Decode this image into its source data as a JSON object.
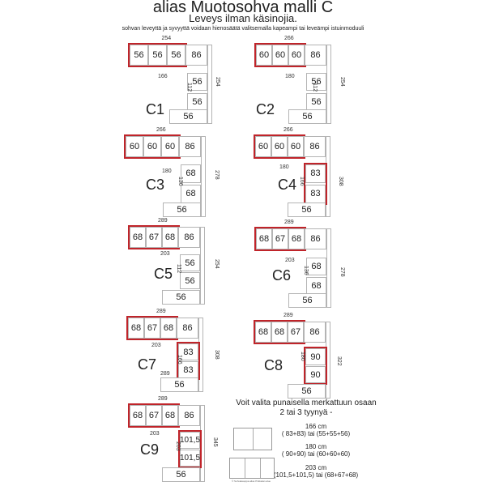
{
  "header": {
    "title": "alias Muotosohva malli C",
    "subtitle": "Leveys ilman käsinojia.",
    "note": "sohvan leveyttä ja syvyyttä voidaan hienosäätä valitsemalla kapeampi tai leveämpi istuinmoduuli"
  },
  "models": [
    {
      "code": "C1",
      "width": "254",
      "top_seats": [
        "56",
        "56",
        "56"
      ],
      "corner": "86",
      "inner": "166",
      "depth": "112",
      "right": "254",
      "side": [
        "56",
        "56"
      ],
      "end": "56"
    },
    {
      "code": "C2",
      "width": "266",
      "top_seats": [
        "60",
        "60",
        "60"
      ],
      "corner": "86",
      "inner": "180",
      "depth": "112",
      "right": "254",
      "side": [
        "56",
        "56"
      ],
      "end": "56"
    },
    {
      "code": "C3",
      "width": "266",
      "top_seats": [
        "60",
        "60",
        "60"
      ],
      "corner": "86",
      "inner": "180",
      "depth": "136",
      "right": "278",
      "side": [
        "68",
        "68"
      ],
      "end": "56"
    },
    {
      "code": "C4",
      "width": "266",
      "top_seats": [
        "60",
        "60",
        "60"
      ],
      "corner": "86",
      "inner": "180",
      "depth": "166",
      "right": "308",
      "side": [
        "83",
        "83"
      ],
      "end": "56"
    },
    {
      "code": "C5",
      "width": "289",
      "top_seats": [
        "68",
        "67",
        "68"
      ],
      "corner": "86",
      "inner": "203",
      "depth": "112",
      "right": "254",
      "side": [
        "56",
        "56"
      ],
      "end": "56"
    },
    {
      "code": "C6",
      "width": "289",
      "top_seats": [
        "68",
        "67",
        "68"
      ],
      "corner": "86",
      "inner": "203",
      "depth": "136",
      "right": "278",
      "side": [
        "68",
        "68"
      ],
      "end": "56"
    },
    {
      "code": "C7",
      "width": "289",
      "top_seats": [
        "68",
        "67",
        "68"
      ],
      "corner": "86",
      "inner": "203",
      "depth": "166",
      "right": "308",
      "side": [
        "83",
        "83"
      ],
      "end": "56"
    },
    {
      "code": "C8",
      "width": "289",
      "top_seats": [
        "68",
        "68",
        "67"
      ],
      "corner": "86",
      "inner": "",
      "depth": "180",
      "right": "322",
      "side": [
        "90",
        "90"
      ],
      "end": "56"
    },
    {
      "code": "C9",
      "width": "289",
      "top_seats": [
        "68",
        "67",
        "68"
      ],
      "corner": "86",
      "inner": "203",
      "depth": "203",
      "right": "345",
      "side": [
        "101,5",
        "101,5"
      ],
      "end": "56"
    }
  ],
  "extra_labels": {
    "c7_inner2": "289"
  },
  "legend": {
    "title_line1": "Voit valita punaisella merkattuun osaan",
    "title_line2": "2 tai 3 tyynyä -",
    "options": [
      {
        "size": "166 cm",
        "combo": "( 83+83) tai (55+55+56)"
      },
      {
        "size": "180 cm",
        "combo": "( 90+90) tai (60+60+60)"
      },
      {
        "size": "203 cm",
        "combo": "(101,5+101,5) tai (68+67+68)"
      }
    ],
    "mini_caption": "© Sohvakauppa alias Pirkkalan alue"
  },
  "colors": {
    "highlight": "#c0242a",
    "segment_border": "#b4b4b4"
  }
}
